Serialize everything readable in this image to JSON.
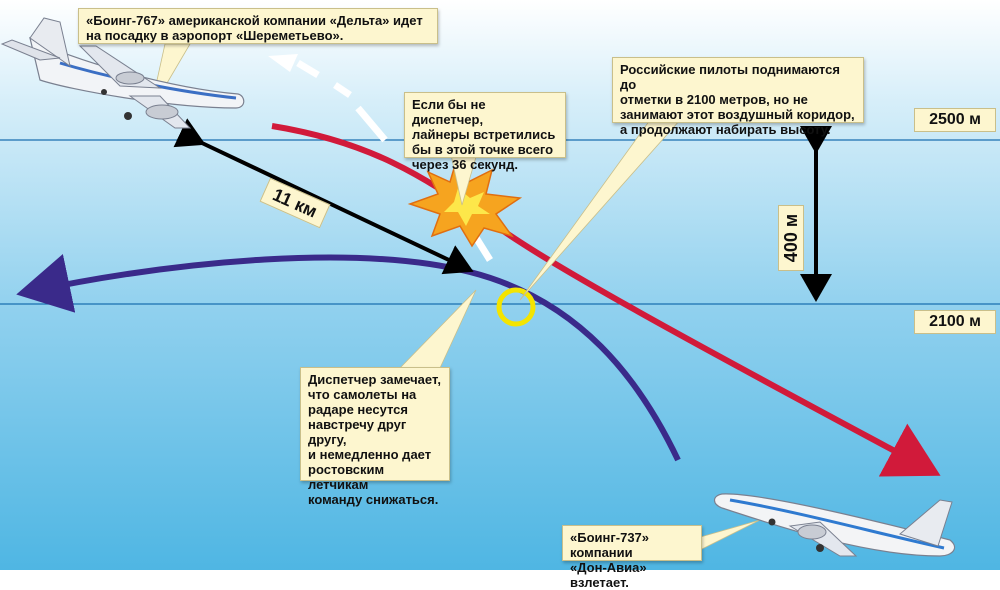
{
  "callouts": {
    "boeing767": "«Боинг-767» американской компании «Дельта» идет\nна посадку в аэропорт «Шереметьево».",
    "dispatcher_if": "Если бы не диспетчер,\nлайнеры встретились\nбы в этой точке всего\nчерез 36 секунд.",
    "russian_pilots": "Российские пилоты поднимаются до\nотметки в 2100 метров, но не\nзанимают этот воздушный коридор,\nа продолжают набирать высоту.",
    "dispatcher_notices": "Диспетчер замечает,\nчто самолеты на\nрадаре несутся\nнавстречу друг другу,\nи немедленно дает\nростовским летчикам\nкоманду снижаться.",
    "boeing737": "«Боинг-737» компании\n«Дон-Авиа» взлетает."
  },
  "levels": {
    "upper": "2500 м",
    "lower": "2100 м"
  },
  "measurements": {
    "distance": "11 км",
    "vertical_gap": "400 м"
  },
  "colors": {
    "sky_top": "#ffffff",
    "sky_bottom": "#4fb6e3",
    "descent_path": "#d11a3a",
    "climb_path": "#3a2a8a",
    "explosion": "#f5a623",
    "conflict_ring": "#f4e400",
    "callout_bg": "#fdf6cf"
  }
}
